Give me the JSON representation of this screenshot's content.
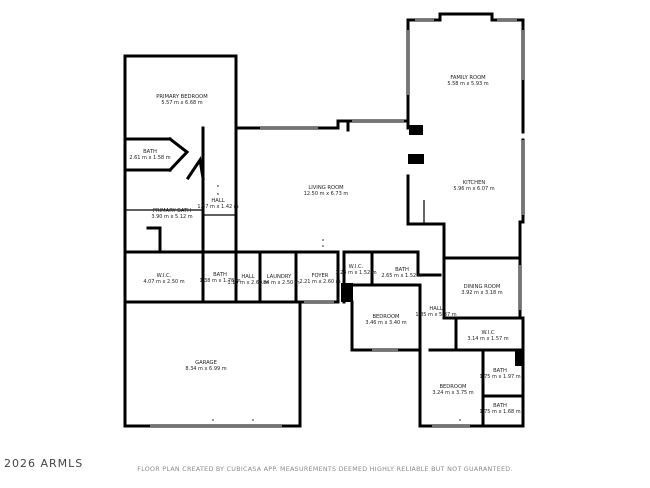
{
  "watermark": "2026 ARMLS",
  "disclaimer": "FLOOR PLAN CREATED BY CUBICASA APP. MEASUREMENTS DEEMED HIGHLY RELIABLE BUT NOT GUARANTEED.",
  "rooms": [
    {
      "name": "PRIMARY BEDROOM",
      "dims": "5.57 m x 6.68 m"
    },
    {
      "name": "BATH",
      "dims": "2.61 m x 1.58 m"
    },
    {
      "name": "HALL",
      "dims": "1.57 m x 1.42 m"
    },
    {
      "name": "PRIMARY BATH",
      "dims": "3.90 m x 5.12 m"
    },
    {
      "name": "W.I.C.",
      "dims": "4.07 m x 2.50 m"
    },
    {
      "name": "BATH",
      "dims": "1.38 m x 1.78 m"
    },
    {
      "name": "HALL",
      "dims": "1.19 m x 2.60 m"
    },
    {
      "name": "LAUNDRY",
      "dims": "1.84 m x 2.50 m"
    },
    {
      "name": "FOYER",
      "dims": "2.21 m x 2.60 m"
    },
    {
      "name": "LIVING ROOM",
      "dims": "12.50 m x 6.73 m"
    },
    {
      "name": "FAMILY ROOM",
      "dims": "5.58 m x 5.93 m"
    },
    {
      "name": "KITCHEN",
      "dims": "5.96 m x 6.07 m"
    },
    {
      "name": "W.I.C.",
      "dims": "1.28 m x 1.52 m"
    },
    {
      "name": "BATH",
      "dims": "2.65 m x 1.52 m"
    },
    {
      "name": "DINING ROOM",
      "dims": "3.92 m x 3.18 m"
    },
    {
      "name": "BEDROOM",
      "dims": "3.46 m x 3.40 m"
    },
    {
      "name": "HALL",
      "dims": "1.85 m x 5.37 m"
    },
    {
      "name": "W.I.C",
      "dims": "3.14 m x 1.57 m"
    },
    {
      "name": "BATH",
      "dims": "1.75 m x 1.97 m"
    },
    {
      "name": "BEDROOM",
      "dims": "3.24 m x 3.75 m"
    },
    {
      "name": "BATH",
      "dims": "1.75 m x 1.68 m"
    },
    {
      "name": "GARAGE",
      "dims": "8.34 m x 6.99 m"
    }
  ]
}
